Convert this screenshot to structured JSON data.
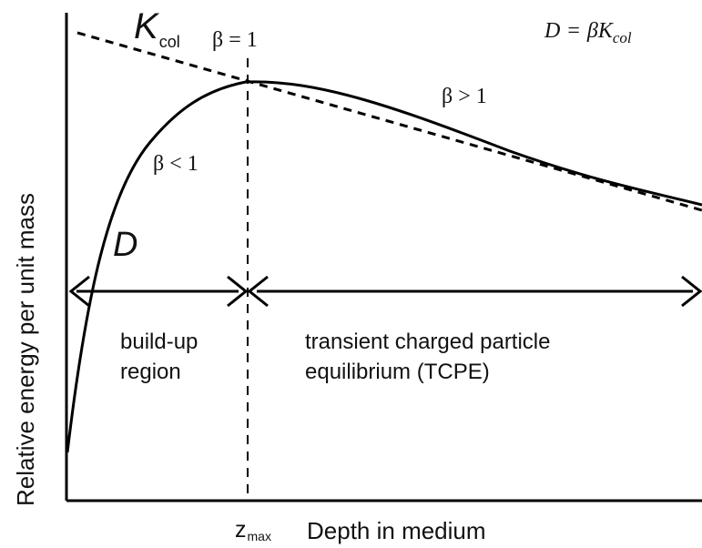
{
  "diagram": {
    "labels": {
      "kcol_main": "K",
      "kcol_sub": "col",
      "beta_equal": "β = 1",
      "beta_greater": "β > 1",
      "beta_less": "β < 1",
      "dose_curve": "D",
      "build_up_line1": "build-up",
      "build_up_line2": "region",
      "tcpe_line1": "transient charged particle",
      "tcpe_line2": "equilibrium (TCPE)",
      "zmax_main": "z",
      "zmax_sub": "max",
      "x_axis": "Depth in medium",
      "y_axis": "Relative energy per unit mass"
    },
    "equation": {
      "lhs": "D",
      "equals": "=",
      "beta": "β",
      "k": "K",
      "sub": "col"
    },
    "colors": {
      "line": "#000000",
      "text": "#111111",
      "background": "#ffffff"
    }
  }
}
